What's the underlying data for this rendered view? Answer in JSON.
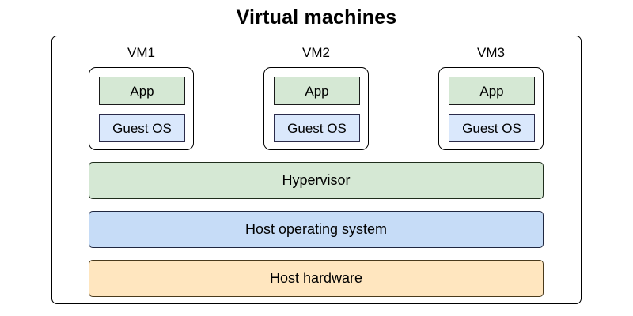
{
  "diagram": {
    "title": "Virtual machines",
    "colors": {
      "app_fill": "#d5e8d4",
      "app_stroke": "#1a1a1a",
      "guest_os_fill": "#dae8fc",
      "guest_os_stroke": "#2b2b4a",
      "hypervisor_fill": "#d5e8d4",
      "host_os_fill": "#c6dcf7",
      "host_hardware_fill": "#ffe6bf",
      "outer_stroke": "#000000",
      "canvas": "#ffffff"
    },
    "vms": [
      {
        "label": "VM1",
        "app": "App",
        "guest_os": "Guest OS"
      },
      {
        "label": "VM2",
        "app": "App",
        "guest_os": "Guest OS"
      },
      {
        "label": "VM3",
        "app": "App",
        "guest_os": "Guest OS"
      }
    ],
    "layers": [
      {
        "name": "hypervisor",
        "label": "Hypervisor"
      },
      {
        "name": "host-operating-system",
        "label": "Host operating system"
      },
      {
        "name": "host-hardware",
        "label": "Host hardware"
      }
    ]
  }
}
